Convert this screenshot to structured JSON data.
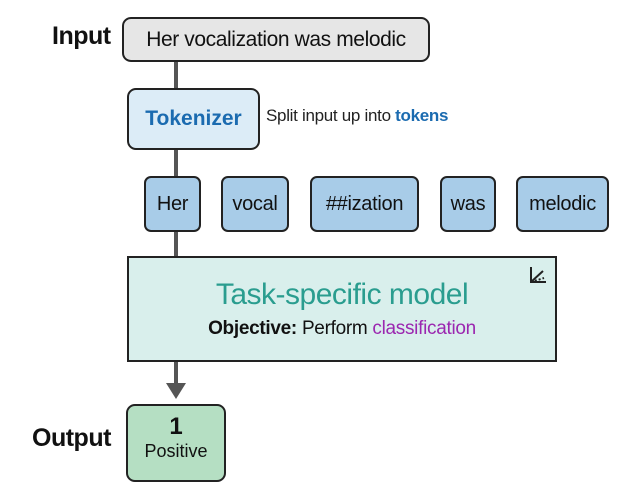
{
  "input": {
    "label": "Input",
    "text": "Her vocalization was melodic"
  },
  "tokenizer": {
    "label": "Tokenizer",
    "note_prefix": "Split input up into",
    "note_highlight": "tokens"
  },
  "tokens": [
    "Her",
    "vocal",
    "##ization",
    "was",
    "melodic"
  ],
  "model": {
    "title": "Task-specific model",
    "objective_label": "Objective:",
    "objective_text": "Perform",
    "objective_highlight": "classification",
    "icon": "chart-axes-icon"
  },
  "output": {
    "label": "Output",
    "value": "1",
    "class_label": "Positive"
  },
  "colors": {
    "input_fill": "#e6e6e6",
    "tokenizer_fill": "#dcecf7",
    "token_fill": "#a8cce8",
    "model_fill": "#d9efec",
    "output_fill": "#b5dfc3",
    "blue_accent": "#1b6bb0",
    "teal_accent": "#2a9d8f",
    "purple_accent": "#9b27b0",
    "connector": "#555555"
  }
}
